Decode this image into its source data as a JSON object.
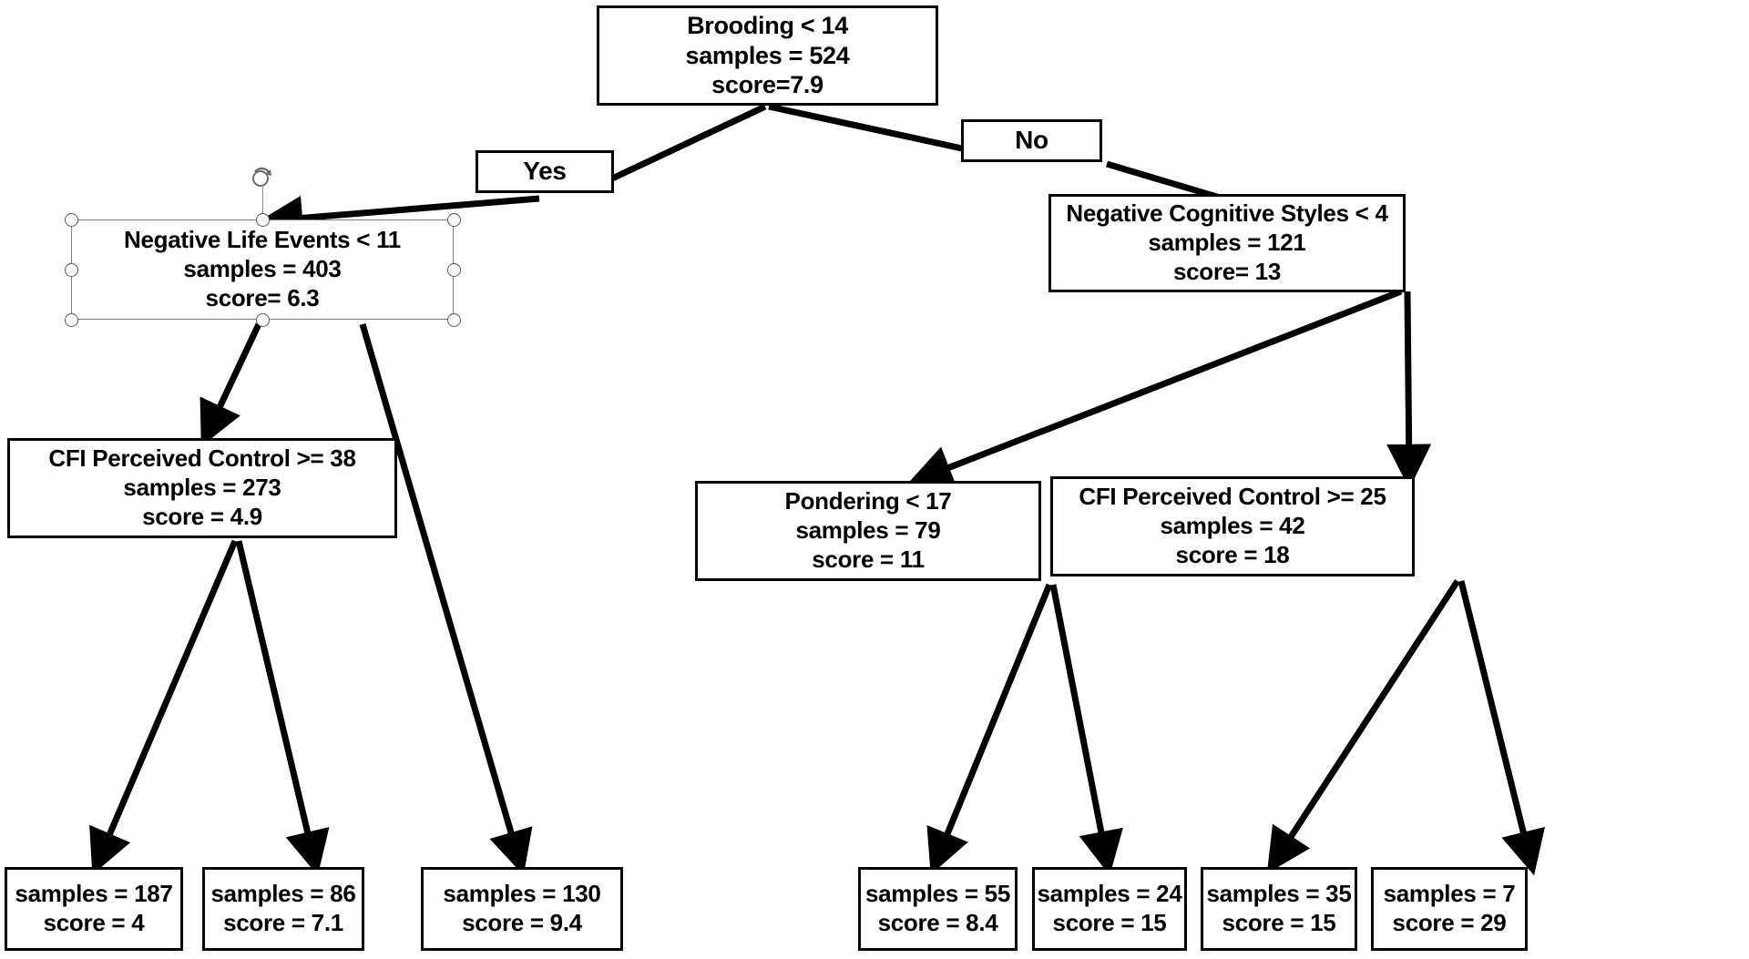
{
  "diagram": {
    "type": "decision-tree",
    "title": "Depression severity decision tree",
    "background_color": "#ffffff",
    "node_border_color": "#000000",
    "text_color": "#000000",
    "edge_color": "#000000",
    "selection_handle_color": "#ffffff",
    "selection_outline_color": "#7f7f7f"
  },
  "nodes": {
    "root": {
      "id": "root",
      "condition": "Brooding < 14",
      "samples": "samples = 524",
      "score": "score=7.9"
    },
    "yes_label": {
      "id": "yes-label",
      "text": "Yes"
    },
    "no_label": {
      "id": "no-label",
      "text": "No"
    },
    "nle": {
      "id": "negative-life-events",
      "condition": "Negative Life Events < 11",
      "samples": "samples = 403",
      "score": "score= 6.3",
      "selected": true
    },
    "ncs": {
      "id": "negative-cognitive-styles",
      "condition": "Negative Cognitive Styles < 4",
      "samples": "samples = 121",
      "score": "score= 13"
    },
    "cfi38": {
      "id": "cfi-perceived-control-38",
      "condition": "CFI Perceived Control >= 38",
      "samples": "samples = 273",
      "score": "score = 4.9"
    },
    "pondering": {
      "id": "pondering",
      "condition": "Pondering < 17",
      "samples": "samples = 79",
      "score": "score = 11"
    },
    "cfi25": {
      "id": "cfi-perceived-control-25",
      "condition": "CFI Perceived Control >= 25",
      "samples": "samples = 42",
      "score": "score = 18"
    }
  },
  "leaves": [
    {
      "id": "leaf-187",
      "samples": "samples = 187",
      "score": "score = 4"
    },
    {
      "id": "leaf-86",
      "samples": "samples = 86",
      "score": "score = 7.1"
    },
    {
      "id": "leaf-130",
      "samples": "samples = 130",
      "score": "score = 9.4"
    },
    {
      "id": "leaf-55",
      "samples": "samples = 55",
      "score": "score = 8.4"
    },
    {
      "id": "leaf-24",
      "samples": "samples = 24",
      "score": "score = 15"
    },
    {
      "id": "leaf-35",
      "samples": "samples = 35",
      "score": "score = 15"
    },
    {
      "id": "leaf-7",
      "samples": "samples = 7",
      "score": "score = 29"
    }
  ],
  "chart_data": {
    "type": "tree",
    "title": "Decision tree predicting depression score",
    "root_samples": 524,
    "root_score": 7.9,
    "tree": [
      {
        "node": "Brooding < 14",
        "samples": 524,
        "score": 7.9,
        "children": [
          "Negative Life Events < 11",
          "Negative Cognitive Styles < 4"
        ],
        "branch_labels": [
          "Yes",
          "No"
        ]
      },
      {
        "node": "Negative Life Events < 11",
        "samples": 403,
        "score": 6.3,
        "children": [
          "CFI Perceived Control >= 38",
          "leaf-130"
        ]
      },
      {
        "node": "Negative Cognitive Styles < 4",
        "samples": 121,
        "score": 13,
        "children": [
          "Pondering < 17",
          "CFI Perceived Control >= 25"
        ]
      },
      {
        "node": "CFI Perceived Control >= 38",
        "samples": 273,
        "score": 4.9,
        "children": [
          "leaf-187",
          "leaf-86"
        ]
      },
      {
        "node": "Pondering < 17",
        "samples": 79,
        "score": 11,
        "children": [
          "leaf-55",
          "leaf-24"
        ]
      },
      {
        "node": "CFI Perceived Control >= 25",
        "samples": 42,
        "score": 18,
        "children": [
          "leaf-35",
          "leaf-7"
        ]
      },
      {
        "node": "leaf-187",
        "samples": 187,
        "score": 4
      },
      {
        "node": "leaf-86",
        "samples": 86,
        "score": 7.1
      },
      {
        "node": "leaf-130",
        "samples": 130,
        "score": 9.4
      },
      {
        "node": "leaf-55",
        "samples": 55,
        "score": 8.4
      },
      {
        "node": "leaf-24",
        "samples": 24,
        "score": 15
      },
      {
        "node": "leaf-35",
        "samples": 35,
        "score": 15
      },
      {
        "node": "leaf-7",
        "samples": 7,
        "score": 29
      }
    ]
  }
}
